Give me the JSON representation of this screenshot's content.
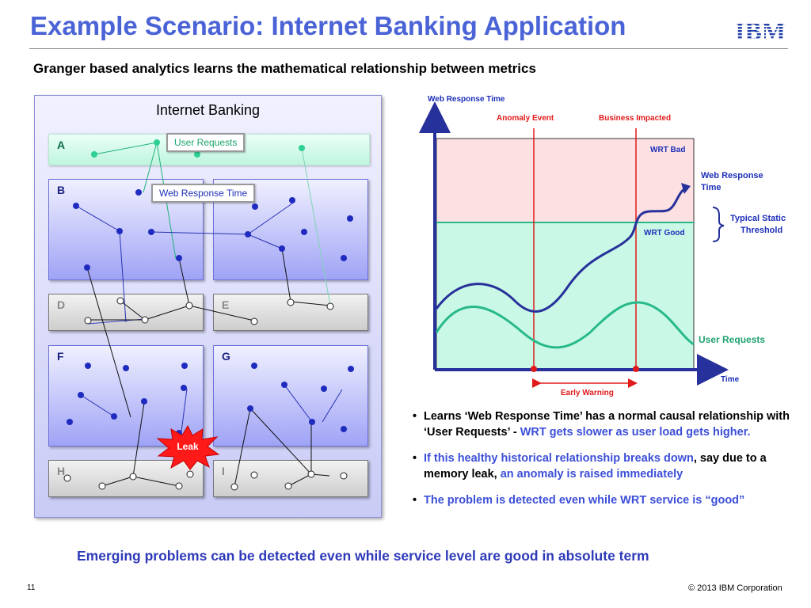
{
  "header": {
    "title": "Example Scenario: Internet Banking Application",
    "logo_text": "IBM",
    "subtitle": "Granger based analytics learns the mathematical relationship between metrics"
  },
  "diagram": {
    "title": "Internet Banking",
    "rows": {
      "A": "A",
      "B": "B",
      "C": "",
      "D": "D",
      "E": "E",
      "F": "F",
      "G": "G",
      "H": "H",
      "I": "I"
    },
    "callouts": {
      "user_requests": "User Requests",
      "web_response_time": "Web Response Time"
    },
    "leak_label": "Leak",
    "colors": {
      "node_blue": "#1f2bbf",
      "node_green": "#2ecf93",
      "link_green": "#1fb37a",
      "leak_red": "#ff1a1a"
    }
  },
  "chart_data": {
    "type": "line",
    "ylabel": "Web Response Time",
    "xlabel": "Time",
    "events": {
      "anomaly": "Anomaly Event",
      "business": "Business Impacted"
    },
    "zones": {
      "bad": "WRT Bad",
      "good": "WRT Good"
    },
    "series": [
      {
        "name": "Web Response Time"
      },
      {
        "name": "User Requests"
      }
    ],
    "threshold_label": "Typical Static Threshold",
    "early_warning": "Early Warning",
    "colors": {
      "bad_zone": "#fde0e2",
      "good_zone": "#c9f8e6",
      "wrt_line": "#27319b",
      "ur_line": "#27b98a",
      "event_line": "#e01a1a",
      "threshold_line": "#27b98a"
    }
  },
  "bullets": [
    {
      "part1": "Learns ‘Web Response Time’ has a normal causal relationship with ‘User Requests’ - ",
      "part2": "WRT gets slower as user load gets higher."
    },
    {
      "part1": "If this healthy historical relationship breaks down",
      "part2": ", say due to a memory leak, ",
      "part3": "an anomaly is raised immediately"
    },
    {
      "part1": "The problem is detected even while WRT service is “good”"
    }
  ],
  "footer": {
    "callout": "Emerging problems can be detected even while service level are good in absolute term",
    "page_number": "11",
    "copyright": "© 2013 IBM Corporation"
  }
}
